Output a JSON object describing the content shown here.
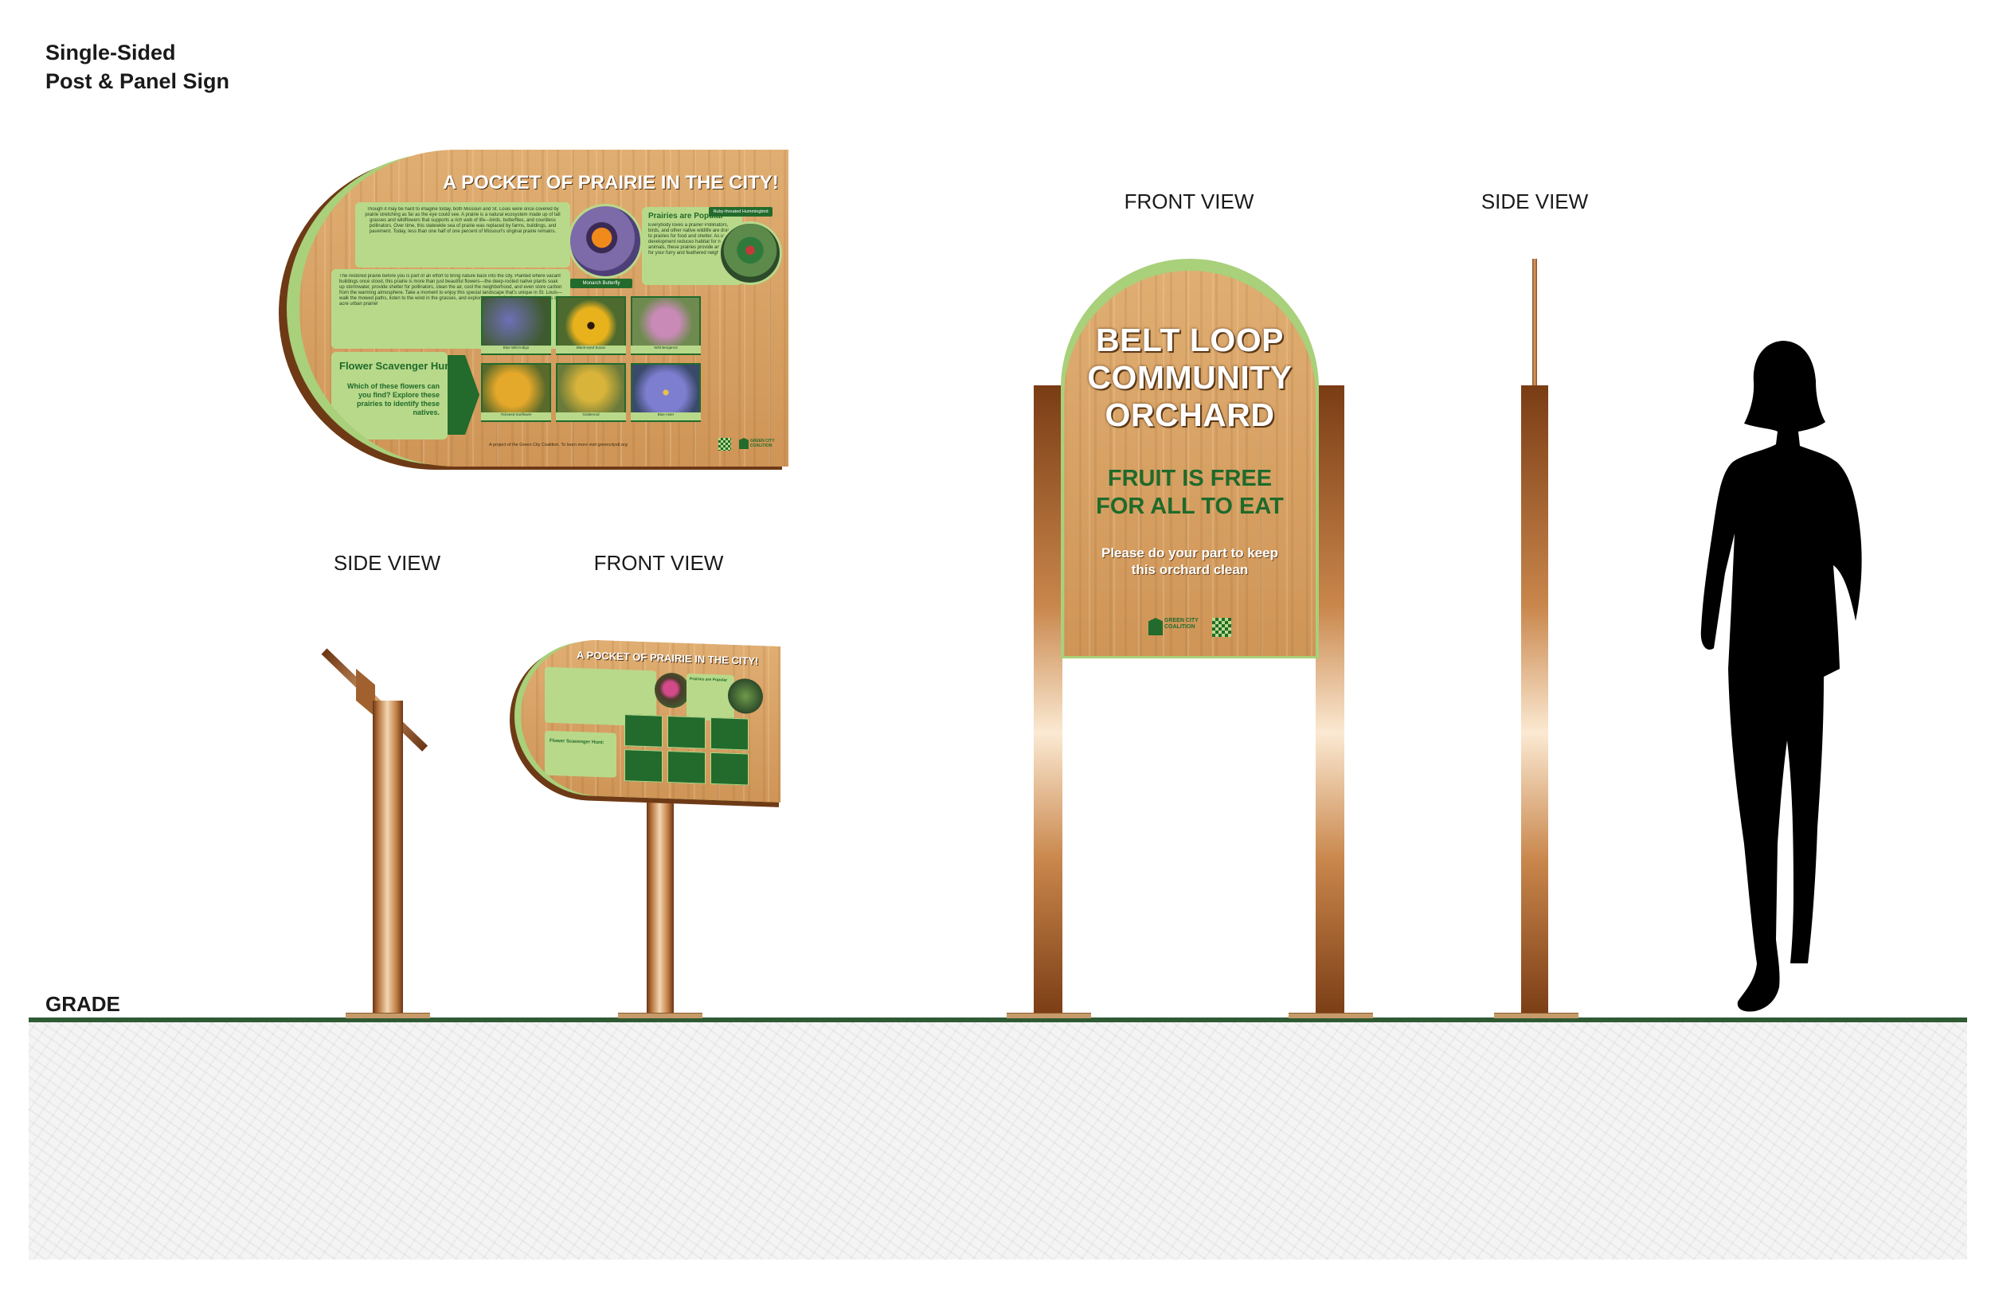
{
  "document": {
    "title_line1": "Single-Sided",
    "title_line2": "Post & Panel Sign",
    "grade_label": "GRADE"
  },
  "views": {
    "prairie_side": "SIDE VIEW",
    "prairie_front": "FRONT VIEW",
    "orchard_front": "FRONT VIEW",
    "orchard_side": "SIDE VIEW"
  },
  "prairie_panel": {
    "title": "A POCKET OF PRAIRIE IN THE CITY!",
    "intro_text": "Though it may be hard to imagine today, both Missouri and St. Louis were once covered by prairie stretching as far as the eye could see. A prairie is a natural ecosystem made up of tall grasses and wildflowers that supports a rich web of life—birds, butterflies, and countless pollinators. Over time, this statewide sea of prairie was replaced by farms, buildings, and pavement. Today, less than one half of one percent of Missouri's original prairie remains.",
    "restore_text": "The restored prairie before you is part of an effort to bring nature back into the city. Planted where vacant buildings once stood, this prairie is more than just beautiful flowers—the deep-rooted native plants soak up stormwater, provide shelter for pollinators, clean the air, cool the neighborhood, and even store carbon from the warming atmosphere. Take a moment to enjoy this special landscape that's unique in St. Louis—walk the mowed paths, listen to the wind in the grasses, and explore nature info signs throughout this six-acre urban prairie!",
    "popular_heading": "Prairies are Popular",
    "popular_text": "Everybody loves a prairie! Pollinators, birds, and other native wildlife are drawn to prairies for food and shelter. As urban development reduces habitat for native animals, these prairies provide an oasis for your furry and feathered neighbors.",
    "butterfly_caption": "Monarch Butterfly",
    "hummingbird_caption": "Ruby-throated Hummingbird",
    "hunt_heading": "Flower Scavenger Hunt:",
    "hunt_text": "Which of these flowers can you find? Explore these prairies to identify these natives.",
    "flowers": [
      {
        "name": "Blue Wild Indigo",
        "color": "#6f6fb8"
      },
      {
        "name": "Black-eyed Susan",
        "color": "#e8b21d"
      },
      {
        "name": "Wild Bergamot",
        "color": "#c98ab8"
      },
      {
        "name": "Tickseed Sunflower",
        "color": "#e4a82a"
      },
      {
        "name": "Goldenrod",
        "color": "#d9b43a"
      },
      {
        "name": "Blue Aster",
        "color": "#7e7ed0"
      }
    ],
    "footer_text": "A project of the Green City Coalition. To learn more visit greencitystl.org",
    "logo_text": "GREEN CITY COALITION"
  },
  "orchard_panel": {
    "title_line1": "BELT LOOP",
    "title_line2": "COMMUNITY",
    "title_line3": "ORCHARD",
    "sub_line1": "FRUIT IS FREE",
    "sub_line2": "FOR ALL TO EAT",
    "note_line1": "Please do your part to keep",
    "note_line2": "this orchard clean",
    "logo_text": "GREEN CITY COALITION"
  },
  "colors": {
    "accent_green": "#226b2c",
    "light_green": "#b8d98a",
    "wood": "#d9a467",
    "grade_line": "#2f5a33"
  }
}
